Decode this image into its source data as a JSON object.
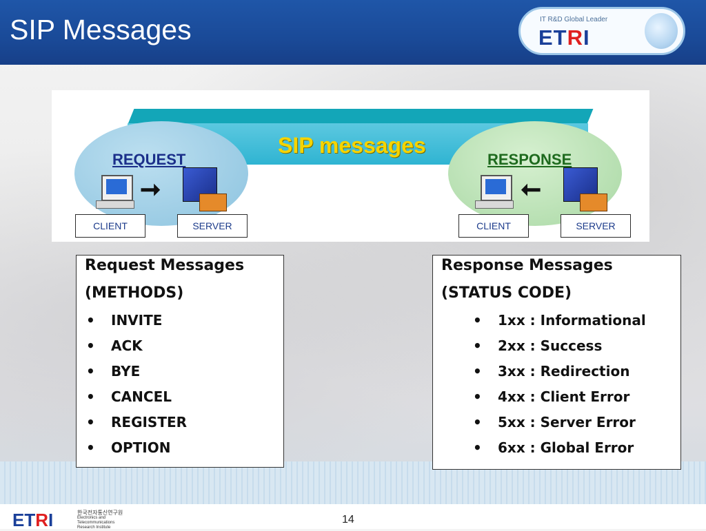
{
  "slide": {
    "title": "SIP Messages",
    "page_number": "14"
  },
  "header_logo": {
    "tagline": "IT R&D Global Leader",
    "name": "ETRI"
  },
  "footer_logo": {
    "name": "ETRI",
    "org_korean": "한국전자통신연구원",
    "org_english": "Electronics and Telecommunications Research Institute"
  },
  "diagram": {
    "banner_label": "SIP messages",
    "request_label": "REQUEST",
    "response_label": "RESPONSE",
    "client_label": "CLIENT",
    "server_label": "SERVER"
  },
  "request_box": {
    "heading1": "Request Messages",
    "heading2": "(METHODS)",
    "items": [
      "INVITE",
      "ACK",
      "BYE",
      "CANCEL",
      "REGISTER",
      "OPTION"
    ]
  },
  "response_box": {
    "heading1": "Response Messages",
    "heading2": "(STATUS CODE)",
    "items": [
      "1xx : Informational",
      "2xx : Success",
      "3xx : Redirection",
      "4xx : Client Error",
      "5xx : Server Error",
      "6xx : Global Error"
    ]
  },
  "colors": {
    "header_blue": "#1f56a8",
    "banner_label": "#f5d400",
    "request_oval": "#8cc3df",
    "response_oval": "#a9d8a4"
  }
}
